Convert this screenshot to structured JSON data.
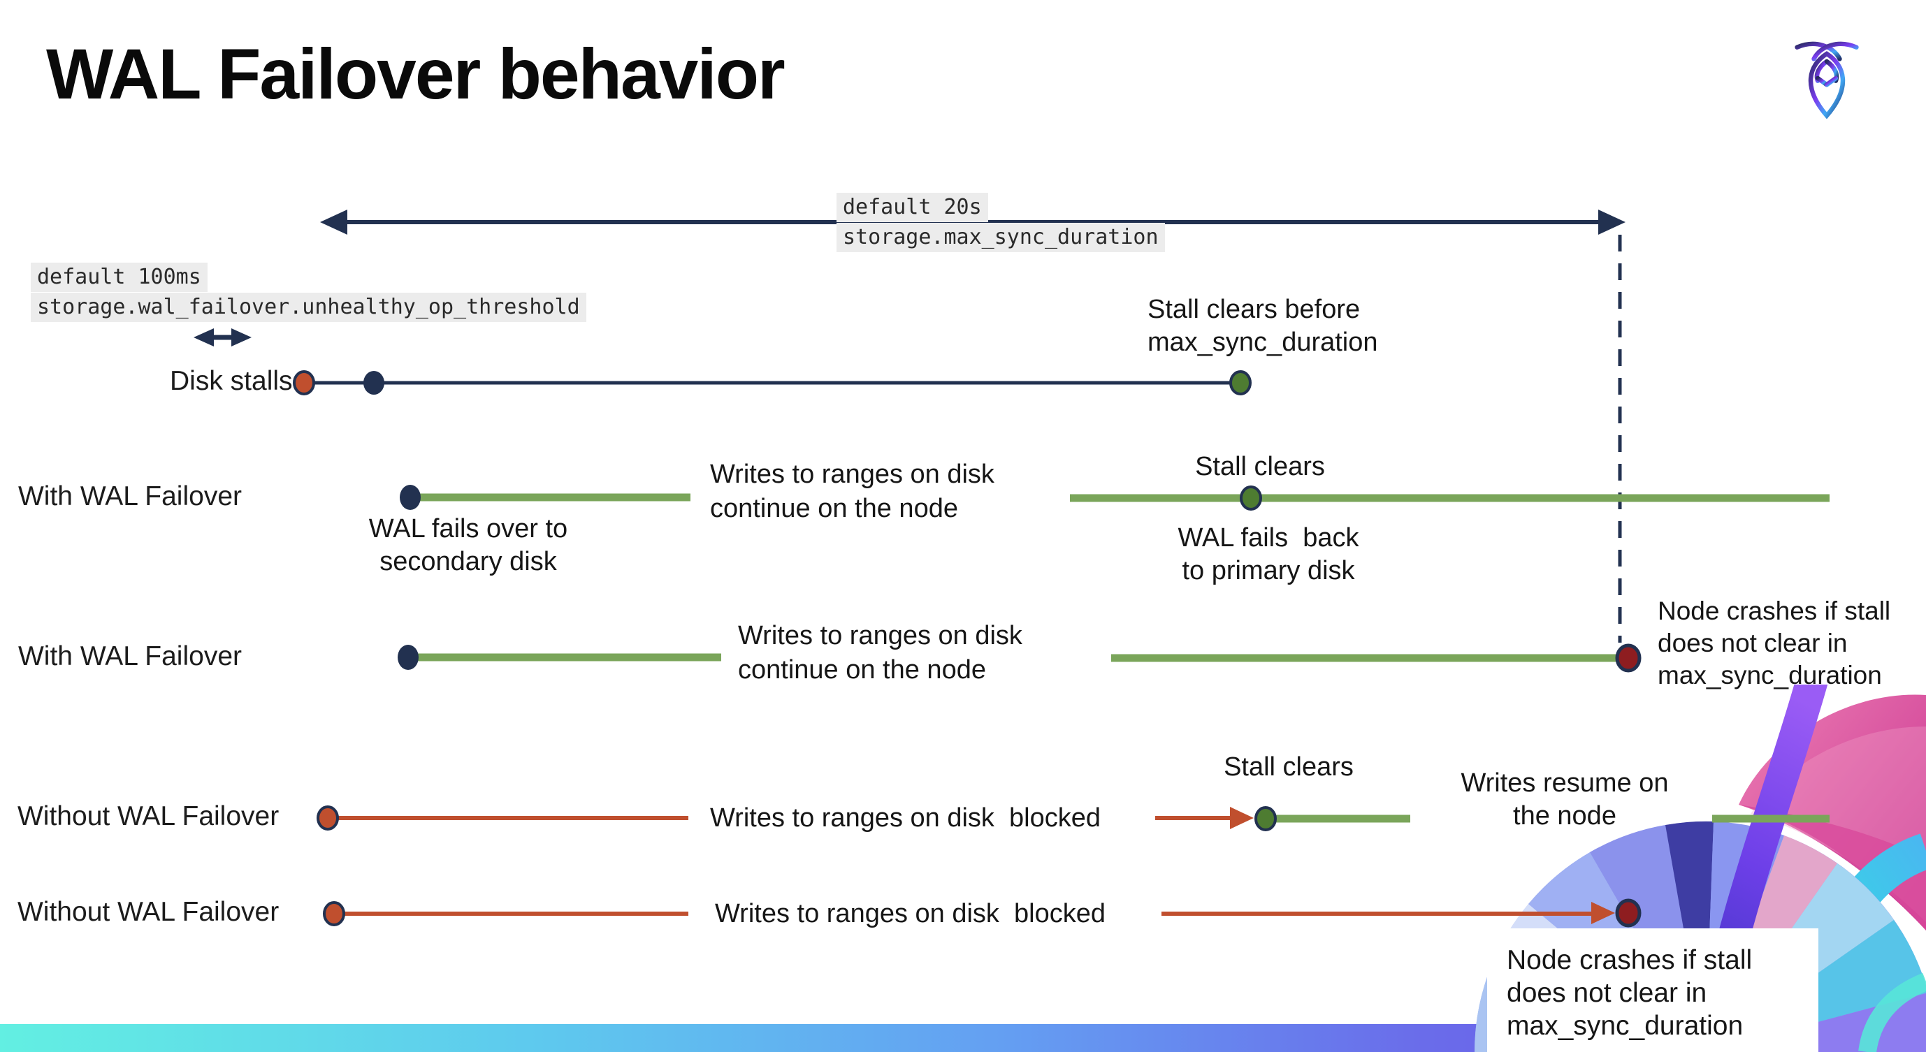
{
  "header": {
    "title": "WAL Failover behavior"
  },
  "annotations": {
    "max_sync": {
      "default": "default 20s",
      "setting": "storage.max_sync_duration"
    },
    "threshold": {
      "default": "default 100ms",
      "setting": "storage.wal_failover.unhealthy_op_threshold"
    }
  },
  "rows": {
    "disk": {
      "label": "Disk stalls",
      "note": "Stall clears before\nmax_sync_duration"
    },
    "with1": {
      "label": "With WAL Failover",
      "failover": "WAL fails over to\nsecondary disk",
      "writes": "Writes to ranges on disk\ncontinue on the node",
      "stall": "Stall clears",
      "failback": "WAL fails  back\nto primary disk"
    },
    "with2": {
      "label": "With WAL Failover",
      "writes": "Writes to ranges on disk\ncontinue on the node",
      "crash": "Node crashes if stall\ndoes not clear in\nmax_sync_duration"
    },
    "without1": {
      "label": "Without WAL Failover",
      "blocked": "Writes to ranges on disk  blocked",
      "stall": "Stall clears",
      "resume": "Writes resume on\nthe node"
    },
    "without2": {
      "label": "Without WAL Failover",
      "blocked": "Writes to ranges on disk  blocked",
      "crash": "Node crashes if stall\ndoes not clear in\nmax_sync_duration"
    }
  },
  "colors": {
    "navy": "#223150",
    "green": "#7aa55a",
    "green-dot": "#4e7c31",
    "red": "#c04f2e",
    "maroon": "#8e1d20",
    "label-bg": "#ececec",
    "bar-cyan": "#62efe2",
    "bar-sky": "#5ec9ee",
    "bar-blue": "#649ff2",
    "bar-indigo": "#6a6cea",
    "bar-violet": "#6d4be6"
  }
}
